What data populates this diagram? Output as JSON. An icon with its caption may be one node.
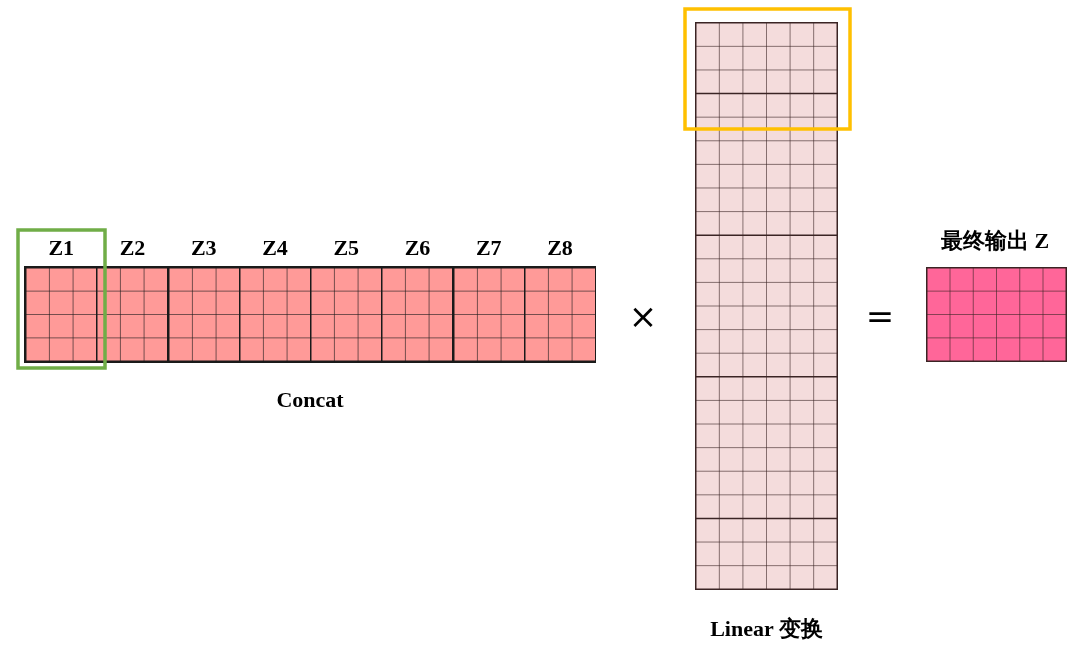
{
  "diagram": {
    "nodes": [
      {
        "text": [],
        "shape": "box",
        "beside": [
          "Concat"
        ]
      },
      {
        "text": [
          "Z1"
        ],
        "in": 0
      },
      {
        "text": [
          "Z2"
        ],
        "in": 0
      },
      {
        "text": [
          "Z3"
        ],
        "in": 0
      },
      {
        "text": [
          "Z4"
        ],
        "in": 0
      },
      {
        "text": [
          "Z5"
        ],
        "in": 0
      },
      {
        "text": [
          "Z6"
        ],
        "in": 0
      },
      {
        "text": [
          "Z7"
        ],
        "in": 0
      },
      {
        "text": [
          "Z8"
        ],
        "in": 0
      },
      {
        "text": [],
        "shape": "box",
        "beside": [
          "Linear 变换"
        ]
      },
      {
        "text": [
          "最终输出 Z"
        ]
      }
    ],
    "labels": [
      "×",
      "="
    ]
  }
}
